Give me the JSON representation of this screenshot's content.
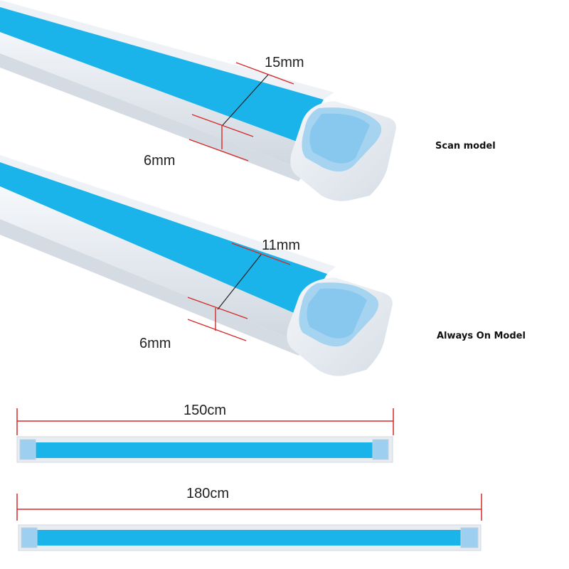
{
  "colors": {
    "strip_blue": "#1ab4ea",
    "tube_white": "#e8edf2",
    "cap_blue": "#9dd0f0",
    "dimension_red": "#d62a2a"
  },
  "strips": [
    {
      "model_label": "Scan model",
      "width_label": "15mm",
      "height_label": "6mm"
    },
    {
      "model_label": "Always On Model",
      "width_label": "11mm",
      "height_label": "6mm"
    }
  ],
  "lengths": [
    {
      "label": "150cm"
    },
    {
      "label": "180cm"
    }
  ]
}
